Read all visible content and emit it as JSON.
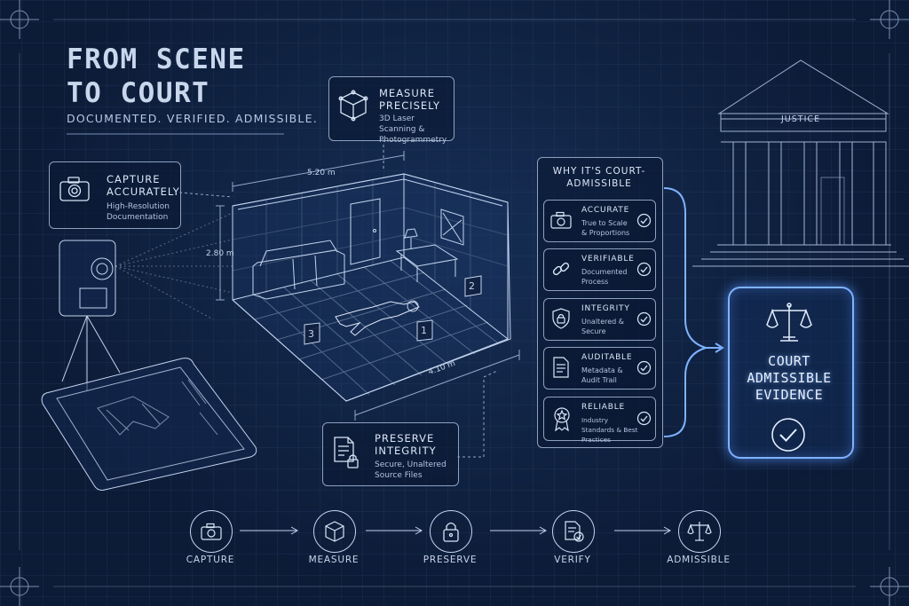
{
  "title": {
    "line1": "FROM SCENE",
    "line2": "TO COURT"
  },
  "subtitle": "DOCUMENTED. VERIFIED. ADMISSIBLE.",
  "cards": {
    "capture": {
      "heading": "CAPTURE ACCURATELY",
      "sub": "High-Resolution Documentation",
      "icon": "camera-icon"
    },
    "measure": {
      "heading": "MEASURE PRECISELY",
      "sub": "3D Laser Scanning & Photogrammetry",
      "icon": "cube-icon"
    },
    "preserve": {
      "heading": "PRESERVE INTEGRITY",
      "sub": "Secure, Unaltered Source Files",
      "icon": "document-lock-icon"
    }
  },
  "dimensions": {
    "width": "5.20 m",
    "height": "2.80 m",
    "depth": "4.10 m"
  },
  "markers": [
    "1",
    "2",
    "3"
  ],
  "panel": {
    "title": "WHY IT'S COURT-ADMISSIBLE",
    "items": [
      {
        "heading": "ACCURATE",
        "sub": "True to Scale & Proportions",
        "icon": "camera-icon"
      },
      {
        "heading": "VERIFIABLE",
        "sub": "Documented Process",
        "icon": "chain-link-icon"
      },
      {
        "heading": "INTEGRITY",
        "sub": "Unaltered & Secure",
        "icon": "shield-lock-icon"
      },
      {
        "heading": "AUDITABLE",
        "sub": "Metadata & Audit Trail",
        "icon": "document-icon"
      },
      {
        "heading": "RELIABLE",
        "sub": "Industry Standards & Best Practices",
        "icon": "award-badge-icon"
      }
    ]
  },
  "justice_label": "JUSTICE",
  "court_box": {
    "line1": "COURT",
    "line2": "ADMISSIBLE",
    "line3": "EVIDENCE"
  },
  "steps": [
    {
      "label": "CAPTURE",
      "icon": "camera-icon"
    },
    {
      "label": "MEASURE",
      "icon": "cube-icon"
    },
    {
      "label": "PRESERVE",
      "icon": "lock-icon"
    },
    {
      "label": "VERIFY",
      "icon": "document-check-icon"
    },
    {
      "label": "ADMISSIBLE",
      "icon": "scales-icon"
    }
  ],
  "colors": {
    "background": "#0c1b36",
    "line": "#b9cdeb",
    "glow": "#7fb2ff"
  }
}
